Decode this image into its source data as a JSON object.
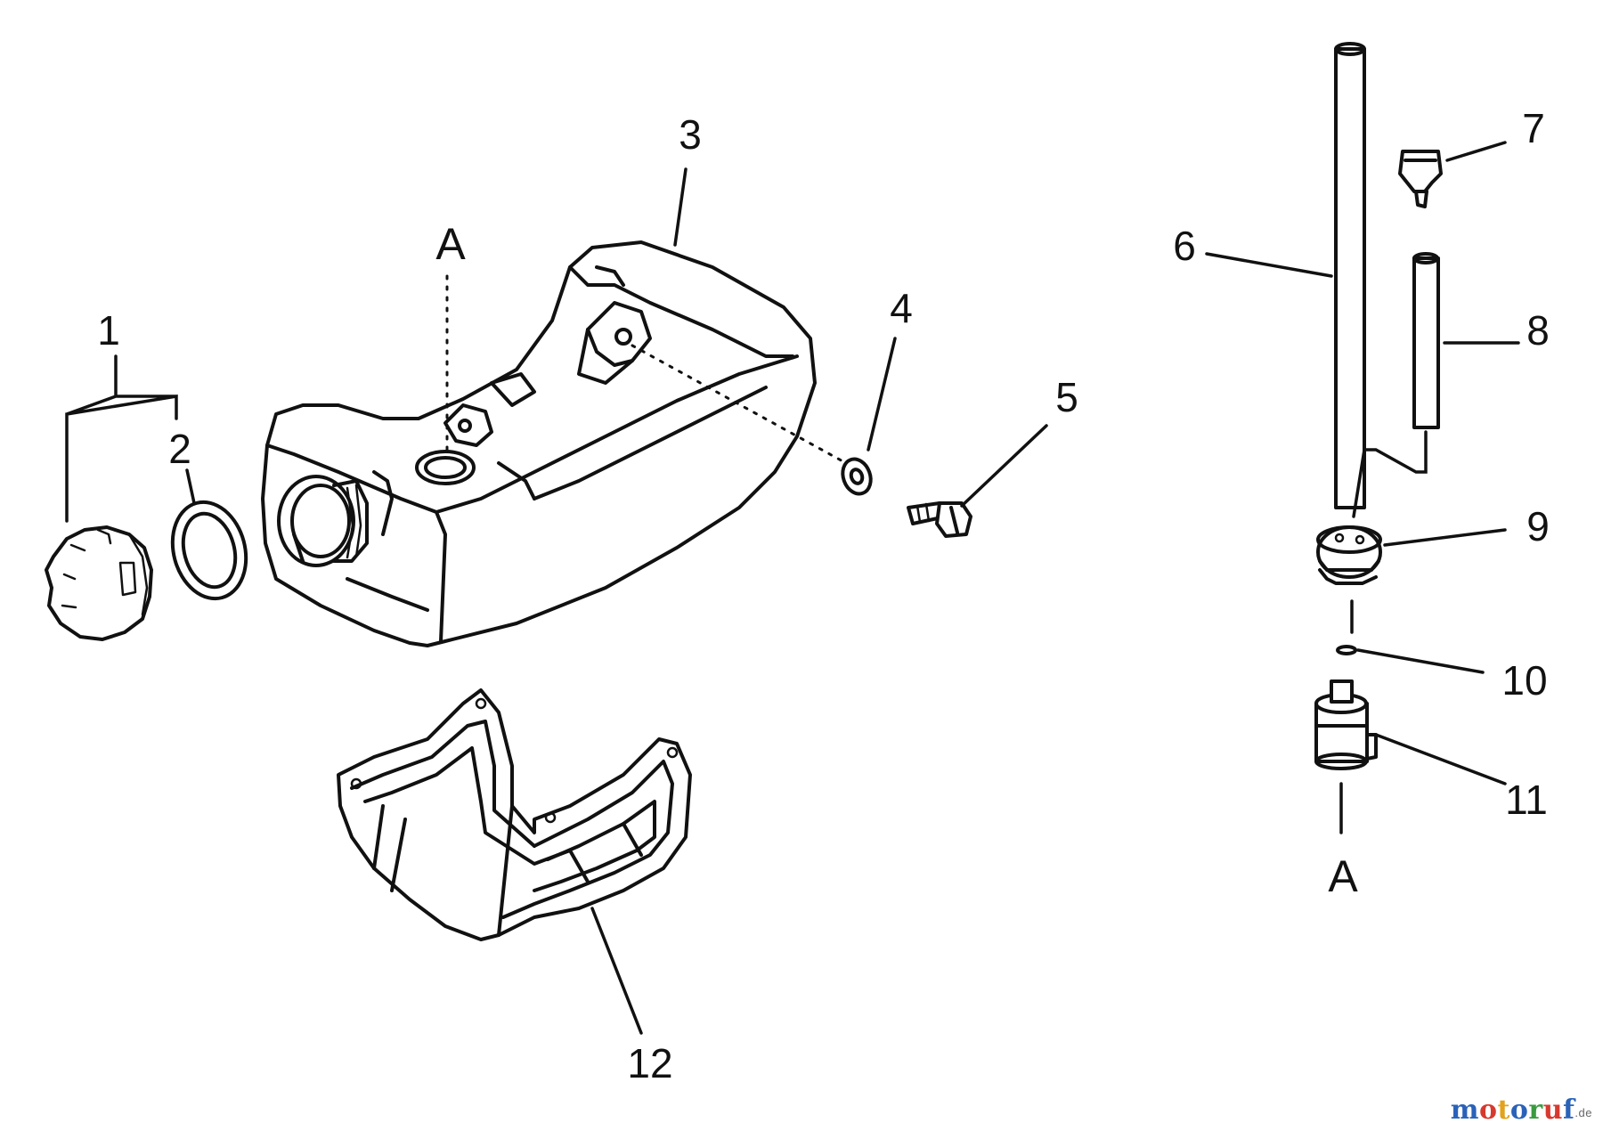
{
  "callouts": {
    "c1": "1",
    "c2": "2",
    "c3": "3",
    "c4": "4",
    "c5": "5",
    "c6": "6",
    "c7": "7",
    "c8": "8",
    "c9": "9",
    "c10": "10",
    "c11": "11",
    "c12": "12",
    "a_top": "A",
    "a_bottom": "A"
  },
  "watermark": {
    "letters": [
      {
        "ch": "m",
        "color": "#2a62b8"
      },
      {
        "ch": "o",
        "color": "#d63a2f"
      },
      {
        "ch": "t",
        "color": "#e2a21b"
      },
      {
        "ch": "o",
        "color": "#2a62b8"
      },
      {
        "ch": "r",
        "color": "#3a9a3f"
      },
      {
        "ch": "u",
        "color": "#d63a2f"
      },
      {
        "ch": "f",
        "color": "#2a62b8"
      }
    ],
    "suffix": ".de"
  }
}
